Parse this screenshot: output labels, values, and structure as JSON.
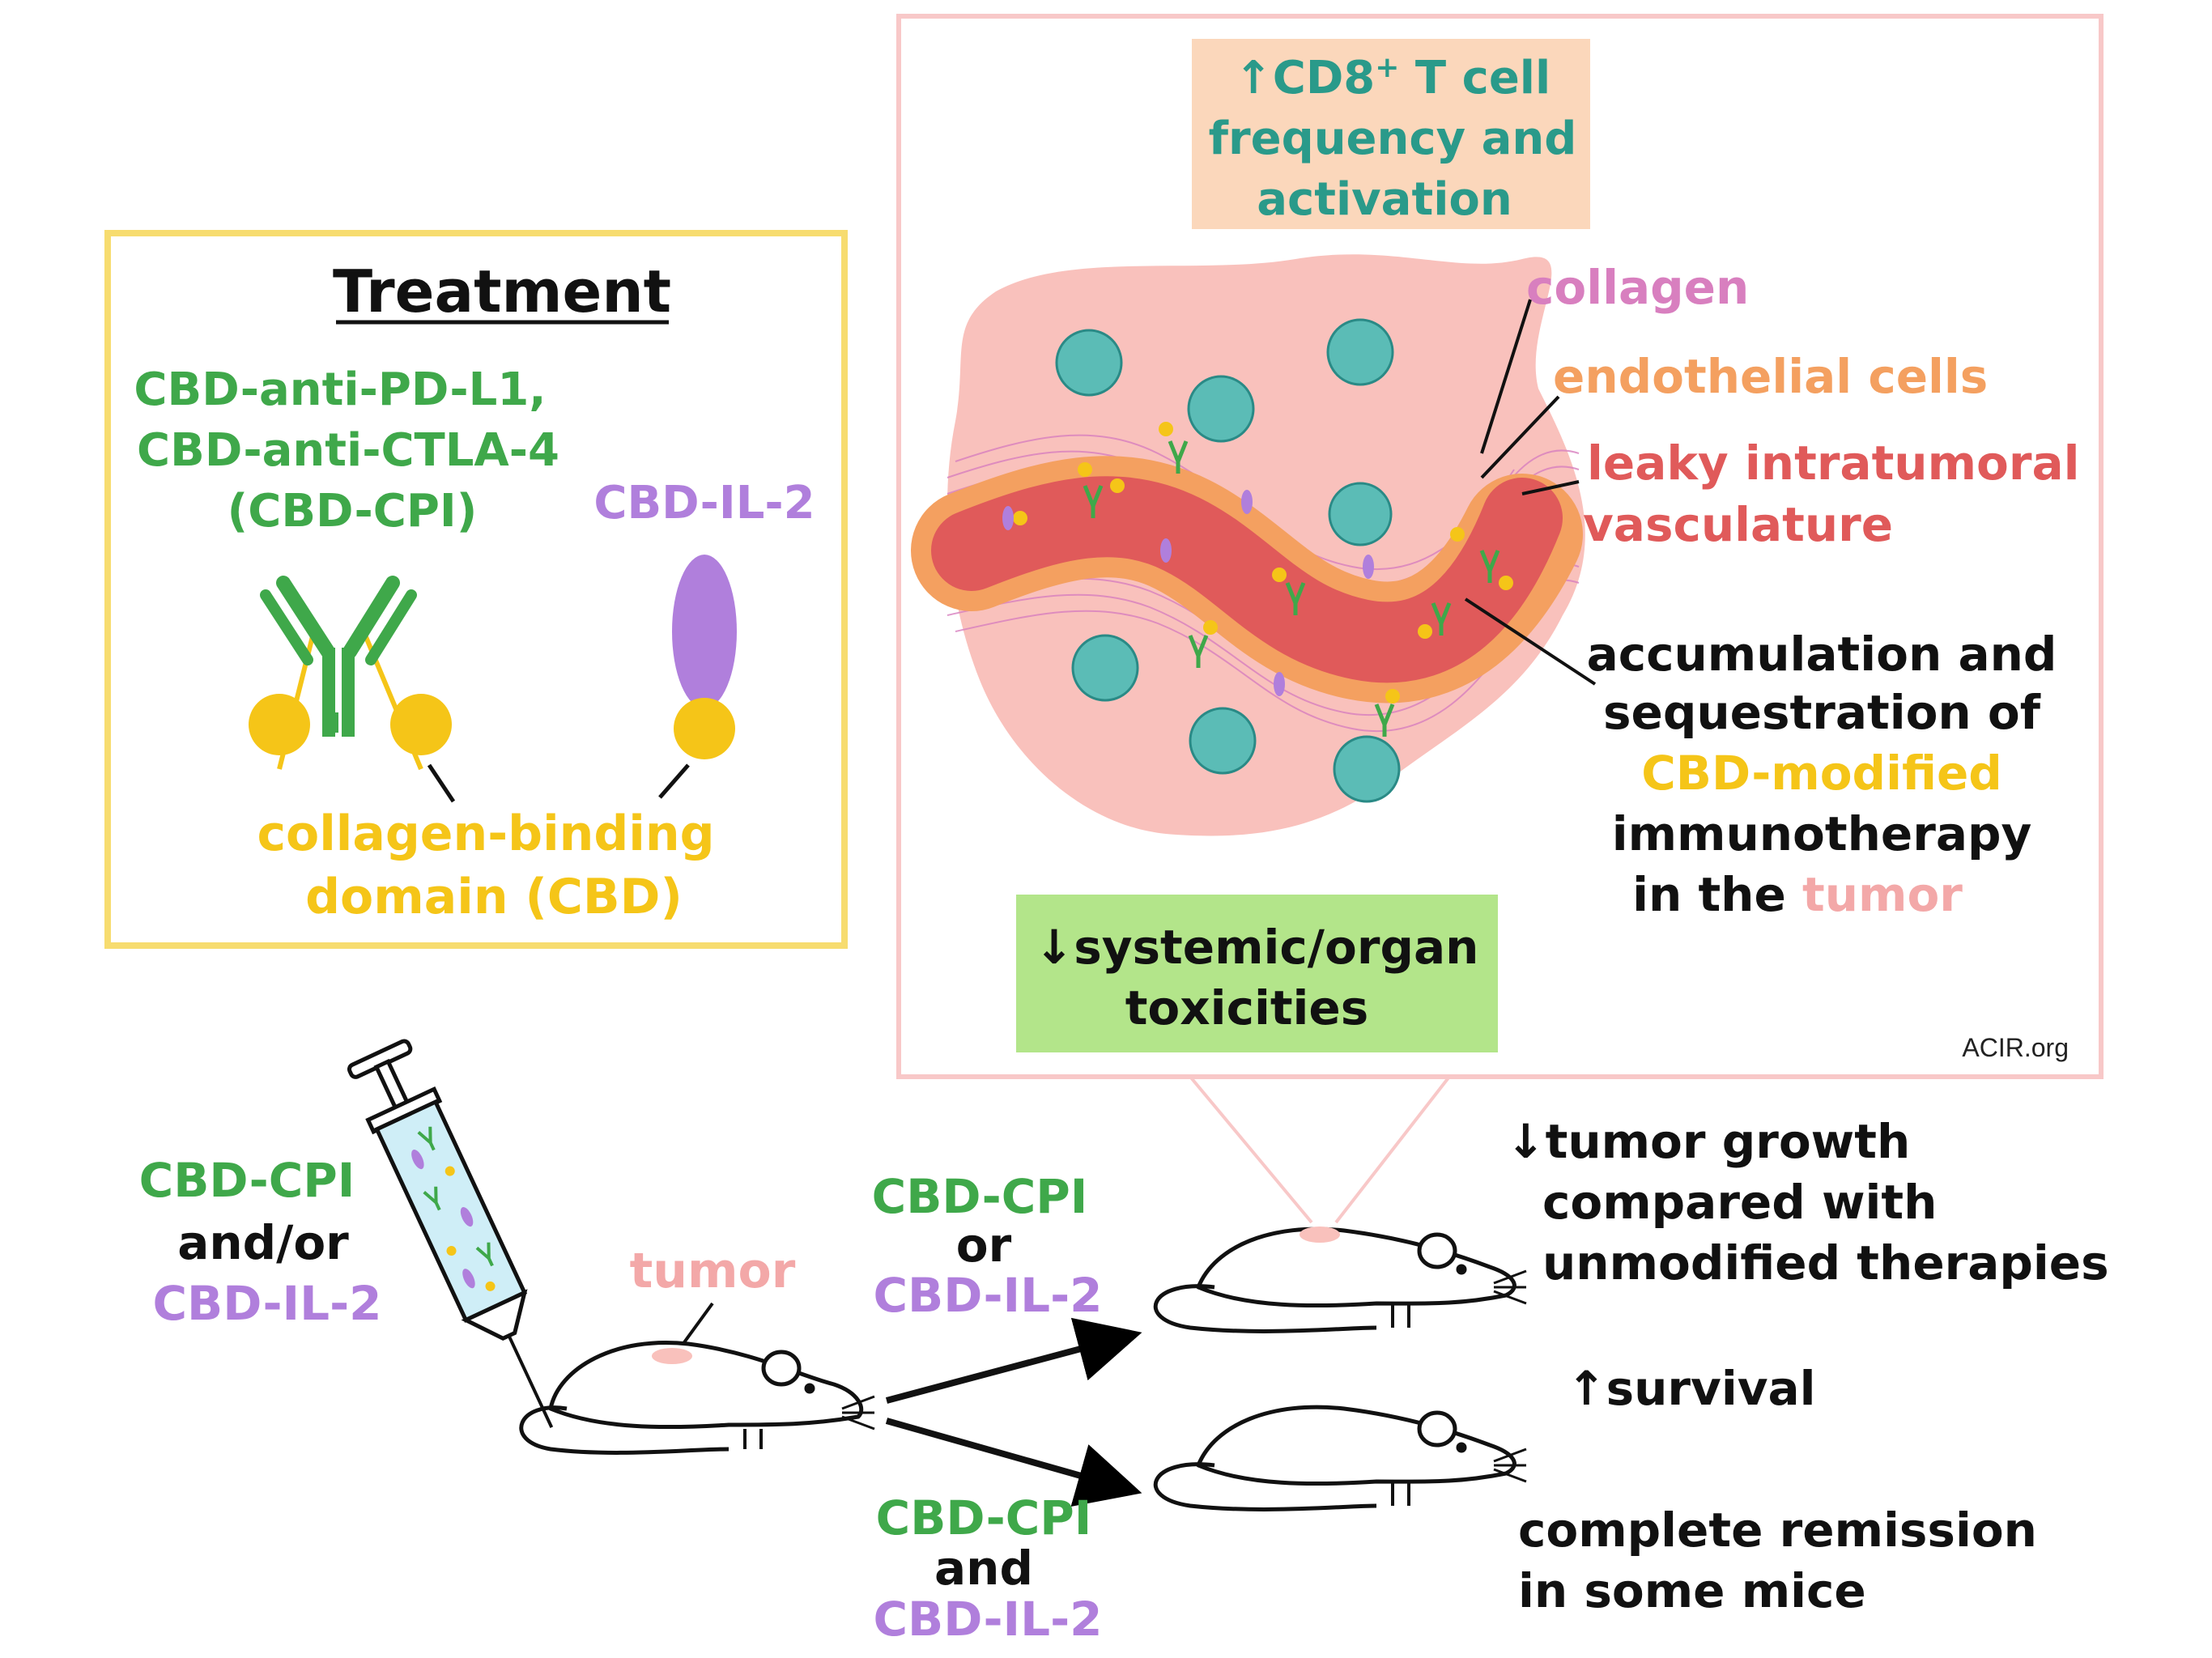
{
  "treatment": {
    "title": "Treatment",
    "cpi_line1": "CBD-anti-PD-L1,",
    "cpi_line2": "CBD-anti-CTLA-4",
    "cpi_line3": "(CBD-CPI)",
    "il2_label": "CBD-IL-2",
    "cbd_line1": "collagen-binding",
    "cbd_line2": "domain (CBD)"
  },
  "tumor_panel": {
    "cd8_line1": "↑CD8",
    "cd8_sup": "+",
    "cd8_line1b": " T cell",
    "cd8_line2": "frequency and",
    "cd8_line3": "activation",
    "collagen": "collagen",
    "endothelial": "endothelial cells",
    "leaky_line1": "leaky intratumoral",
    "leaky_line2": "vasculature",
    "accum_line1": "accumulation and",
    "accum_line2": "sequestration of",
    "accum_line3": "CBD-modified",
    "accum_line4": "immunotherapy",
    "accum_line5a": "in the ",
    "accum_line5b": "tumor",
    "toxicity_line1": "↓systemic/organ",
    "toxicity_line2": "toxicities",
    "credit": "ACIR.org"
  },
  "mouse_flow": {
    "inject_line1": "CBD-CPI",
    "inject_line2": "and/or",
    "inject_line3": "CBD-IL-2",
    "tumor_label": "tumor",
    "upper_line1": "CBD-CPI",
    "upper_line2": "or",
    "upper_line3": "CBD-IL-2",
    "lower_line1": "CBD-CPI",
    "lower_line2": "and",
    "lower_line3": "CBD-IL-2",
    "outcome1_line1": "↓tumor growth",
    "outcome1_line2": "compared with",
    "outcome1_line3": "unmodified therapies",
    "survival": "↑survival",
    "outcome2_line1": "complete remission",
    "outcome2_line2": "in some mice"
  },
  "colors": {
    "green": "#3fa84a",
    "purple": "#b07fdc",
    "yellow": "#f5c518",
    "teal": "#2a9a8a",
    "pink": "#f3a8a8",
    "red": "#e05a5a",
    "orange": "#f4a060",
    "collagen_pink": "#d87fbf"
  }
}
